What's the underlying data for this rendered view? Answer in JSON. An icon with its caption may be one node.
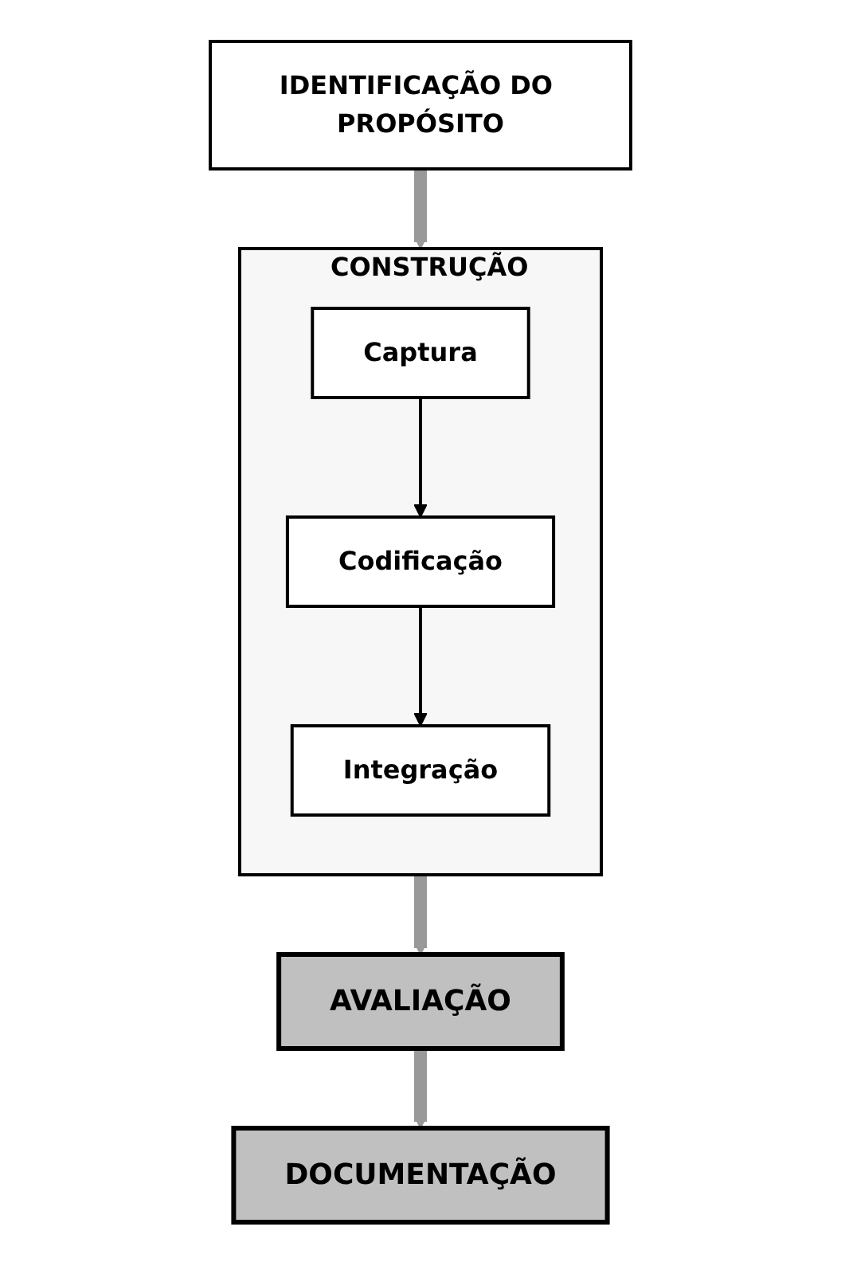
{
  "diagram": {
    "nodes": [
      {
        "text": [
          "IDENTIFICAÇÃO DO PROPÓSITO"
        ]
      },
      {
        "text": [
          "CONSTRUÇÃO"
        ]
      },
      {
        "text": [
          "Captura"
        ],
        "in": 1
      },
      {
        "text": [
          "Codificação"
        ],
        "in": 1
      },
      {
        "text": [
          "Integração"
        ],
        "in": 1
      },
      {
        "text": [
          "AVALIAÇÃO"
        ]
      },
      {
        "text": [
          "DOCUMENTAÇÃO"
        ]
      }
    ],
    "edges": [
      {
        "from": 0,
        "to": 1,
        "arrow": "to"
      },
      {
        "from": 2,
        "to": 3,
        "arrow": "to",
        "color": "#000000"
      },
      {
        "from": 3,
        "to": 4,
        "arrow": "to",
        "color": "#000000"
      },
      {
        "from": 1,
        "to": 5,
        "arrow": "to"
      },
      {
        "from": 5,
        "to": 6,
        "arrow": "to"
      }
    ]
  }
}
